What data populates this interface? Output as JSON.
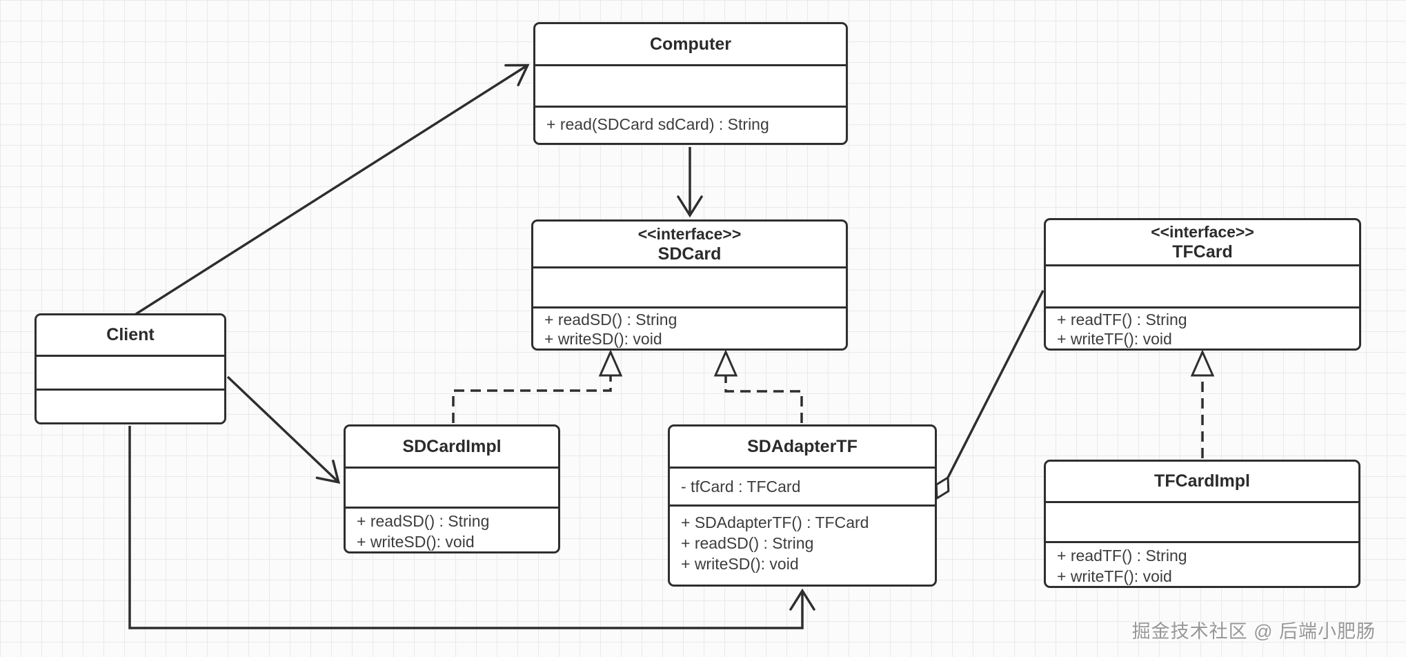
{
  "page": {
    "kind": "uml-class-diagram",
    "watermark": "掘金技术社区 @ 后端小肥肠"
  },
  "colors": {
    "line": "#2e2e2e",
    "box_fill": "#ffffff",
    "background": "#fbfbfb",
    "grid_line": "#e9e9ed",
    "text": "#3c3c3c",
    "watermark": "#979797"
  },
  "classes": {
    "computer": {
      "name": "Computer",
      "attributes": [],
      "methods": [
        "+ read(SDCard sdCard) : String"
      ]
    },
    "client": {
      "name": "Client",
      "attributes": [],
      "methods": []
    },
    "sdcard": {
      "stereotype": "<<interface>>",
      "name": "SDCard",
      "attributes": [],
      "methods": [
        "+ readSD() : String",
        "+ writeSD(): void"
      ]
    },
    "tfcard": {
      "stereotype": "<<interface>>",
      "name": "TFCard",
      "attributes": [],
      "methods": [
        "+ readTF() : String",
        "+ writeTF(): void"
      ]
    },
    "sdcardimpl": {
      "name": "SDCardImpl",
      "attributes": [],
      "methods": [
        "+ readSD() : String",
        "+ writeSD(): void"
      ]
    },
    "sdadaptertf": {
      "name": "SDAdapterTF",
      "attributes": [
        "- tfCard : TFCard"
      ],
      "methods": [
        "+ SDAdapterTF() : TFCard",
        "+ readSD() : String",
        "+ writeSD(): void"
      ]
    },
    "tfcardimpl": {
      "name": "TFCardImpl",
      "attributes": [],
      "methods": [
        "+ readTF() : String",
        "+ writeTF(): void"
      ]
    }
  },
  "relationships": [
    {
      "from": "Client",
      "to": "Computer",
      "type": "association"
    },
    {
      "from": "Computer",
      "to": "SDCard",
      "type": "association"
    },
    {
      "from": "SDCardImpl",
      "to": "SDCard",
      "type": "realization"
    },
    {
      "from": "SDAdapterTF",
      "to": "SDCard",
      "type": "realization"
    },
    {
      "from": "Client",
      "to": "SDCardImpl",
      "type": "association"
    },
    {
      "from": "Client",
      "to": "SDAdapterTF",
      "type": "association"
    },
    {
      "from": "SDAdapterTF",
      "to": "TFCard",
      "type": "aggregation"
    },
    {
      "from": "TFCardImpl",
      "to": "TFCard",
      "type": "realization"
    }
  ]
}
